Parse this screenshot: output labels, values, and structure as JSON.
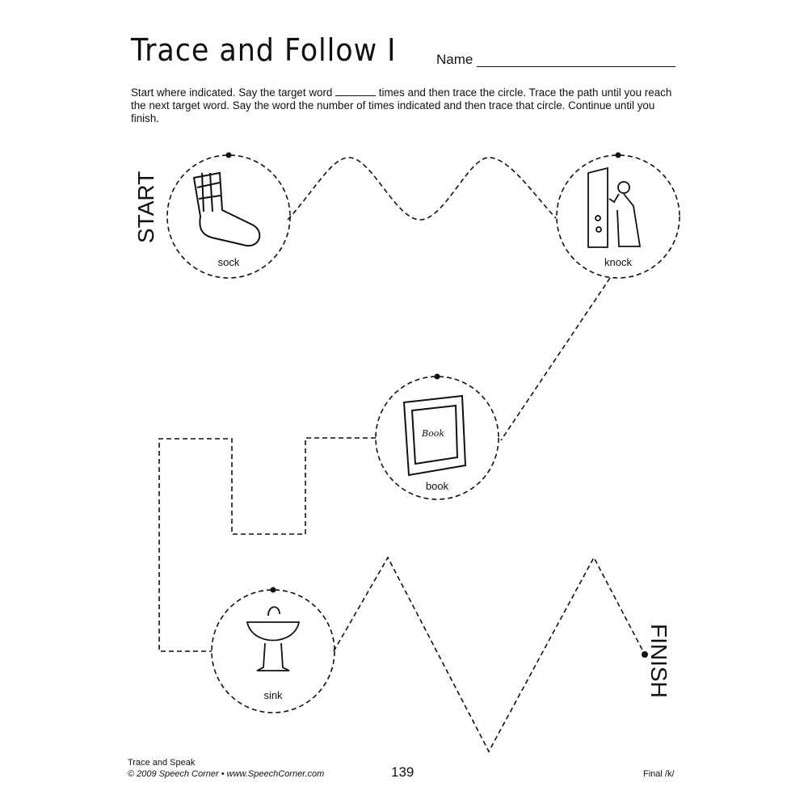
{
  "header": {
    "title": "Trace and Follow I",
    "name_label": "Name"
  },
  "instructions": {
    "part1": "Start where indicated.  Say the target word ",
    "part2": " times and then trace the circle.  Trace the path until you reach the next target word.  Say the word the number of times indicated and then trace that circle.  Continue until you finish."
  },
  "markers": {
    "start": "START",
    "finish": "FINISH"
  },
  "targets": [
    {
      "word": "sock"
    },
    {
      "word": "knock"
    },
    {
      "word": "book",
      "cover_text": "Book"
    },
    {
      "word": "sink"
    }
  ],
  "footer": {
    "book": "Trace and Speak",
    "copyright": "© 2009 Speech Corner • www.SpeechCorner.com",
    "page": "139",
    "sound": "Final /k/"
  }
}
